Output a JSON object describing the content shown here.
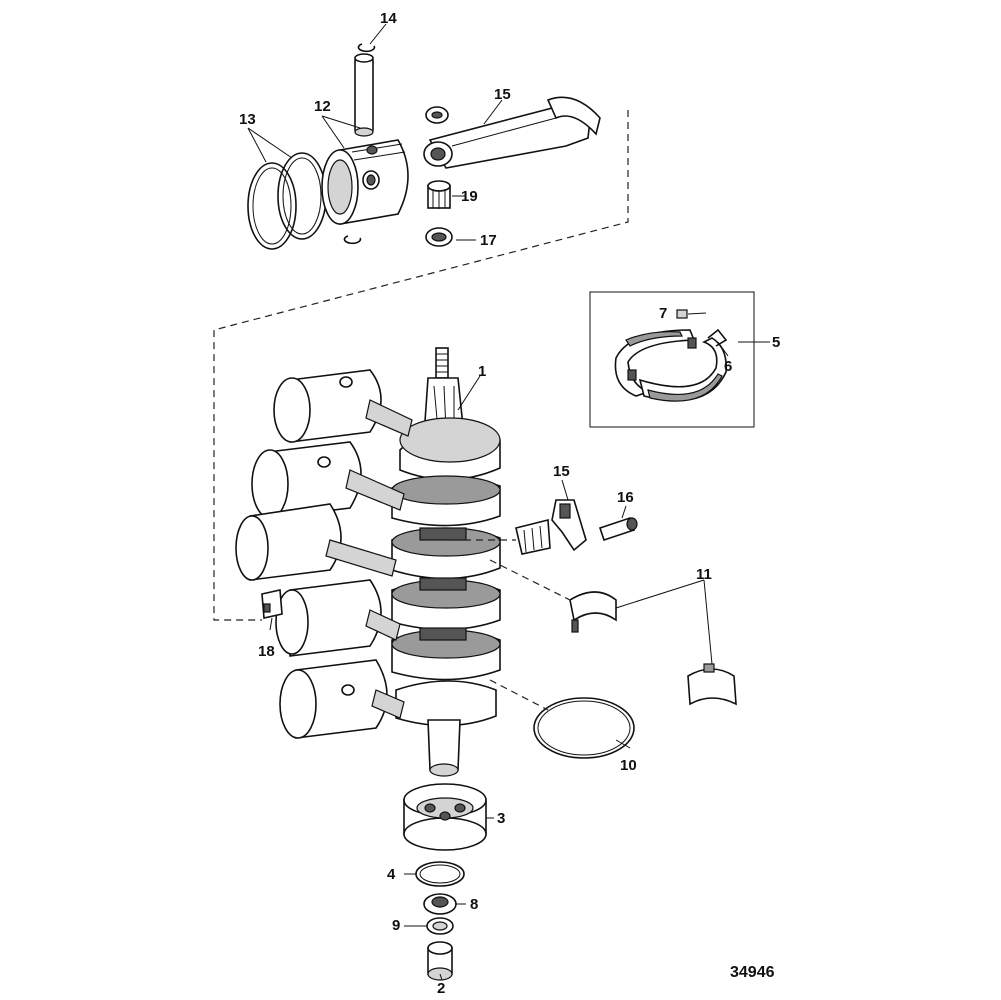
{
  "figure_number": "34946",
  "callouts": [
    {
      "id": "c1",
      "label": "1"
    },
    {
      "id": "c2",
      "label": "2"
    },
    {
      "id": "c3",
      "label": "3"
    },
    {
      "id": "c4",
      "label": "4"
    },
    {
      "id": "c5",
      "label": "5"
    },
    {
      "id": "c6",
      "label": "6"
    },
    {
      "id": "c7",
      "label": "7"
    },
    {
      "id": "c8",
      "label": "8"
    },
    {
      "id": "c9",
      "label": "9"
    },
    {
      "id": "c10",
      "label": "10"
    },
    {
      "id": "c11",
      "label": "11"
    },
    {
      "id": "c12",
      "label": "12"
    },
    {
      "id": "c13",
      "label": "13"
    },
    {
      "id": "c14",
      "label": "14"
    },
    {
      "id": "c15a",
      "label": "15"
    },
    {
      "id": "c15b",
      "label": "15"
    },
    {
      "id": "c16",
      "label": "16"
    },
    {
      "id": "c17",
      "label": "17"
    },
    {
      "id": "c18",
      "label": "18"
    },
    {
      "id": "c19",
      "label": "19"
    }
  ]
}
